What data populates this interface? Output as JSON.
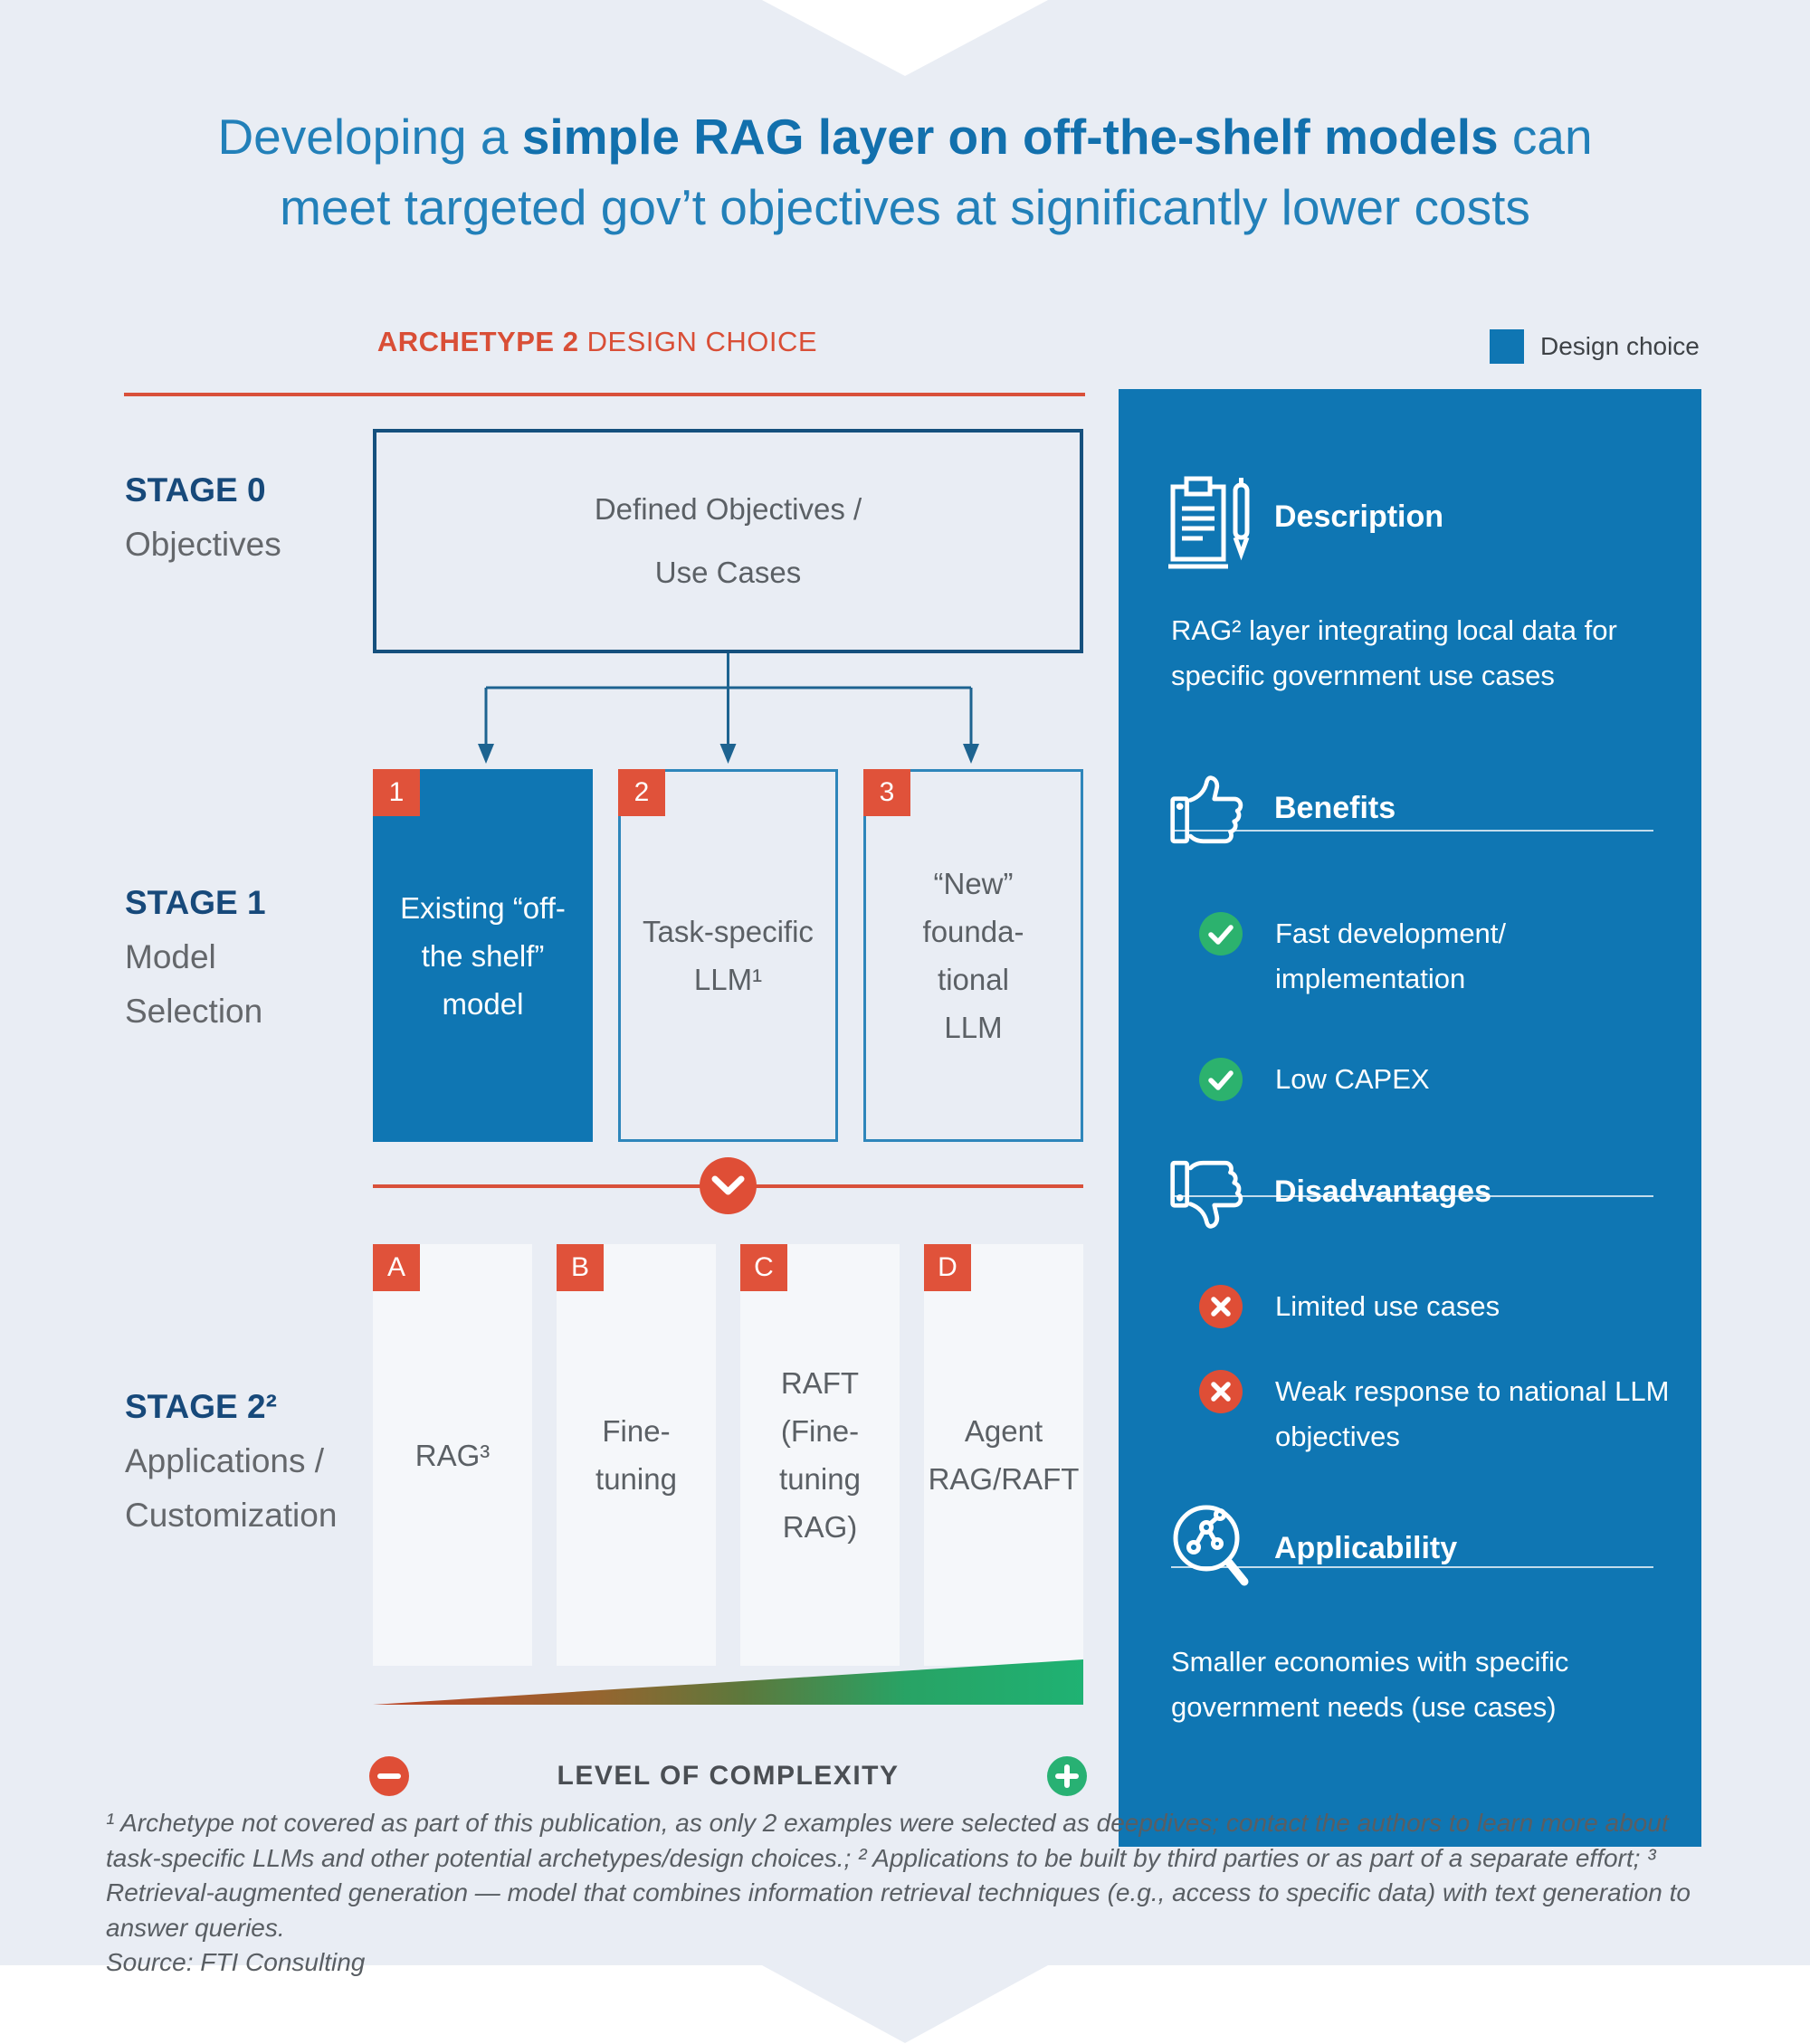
{
  "title": {
    "line1_pre": "Developing a ",
    "line1_bold": "simple RAG layer on off-the-shelf models",
    "line1_post": " can",
    "line2": "meet targeted gov’t objectives at significantly lower costs"
  },
  "archetype_header": {
    "bold": "ARCHETYPE 2",
    "rest": "DESIGN CHOICE"
  },
  "legend": {
    "label": "Design choice",
    "color": "#0f76b3"
  },
  "stage0": {
    "title": "STAGE 0",
    "subtitle": "Objectives",
    "box": {
      "line1": "Defined Objectives /",
      "line2": "Use Cases"
    }
  },
  "stage1": {
    "title": "STAGE 1",
    "subtitle1": "Model",
    "subtitle2": "Selection",
    "options": [
      {
        "tag": "1",
        "selected": true,
        "lines": [
          "Existing “off-",
          "the shelf”",
          "model"
        ]
      },
      {
        "tag": "2",
        "selected": false,
        "lines": [
          "Task-specific",
          "LLM¹"
        ]
      },
      {
        "tag": "3",
        "selected": false,
        "lines": [
          "“New”",
          "founda-",
          "tional",
          "LLM"
        ]
      }
    ]
  },
  "stage2": {
    "title": "STAGE 2²",
    "subtitle1": "Applications /",
    "subtitle2": "Customization",
    "options": [
      {
        "tag": "A",
        "lines": [
          "RAG³"
        ]
      },
      {
        "tag": "B",
        "lines": [
          "Fine-",
          "tuning"
        ]
      },
      {
        "tag": "C",
        "lines": [
          "RAFT",
          "(Fine-",
          "tuning",
          "RAG)"
        ]
      },
      {
        "tag": "D",
        "lines": [
          "Agent",
          "RAG/RAFT"
        ]
      }
    ]
  },
  "complexity": {
    "label": "LEVEL OF COMPLEXITY",
    "low_symbol": "minus",
    "high_symbol": "plus"
  },
  "panel": {
    "description": {
      "heading": "Description",
      "body": "RAG² layer integrating local data for specific government use cases"
    },
    "benefits": {
      "heading": "Benefits",
      "items": [
        "Fast development/ implementation",
        "Low CAPEX"
      ]
    },
    "disadvantages": {
      "heading": "Disadvantages",
      "items": [
        "Limited use cases",
        "Weak response to national LLM objectives"
      ]
    },
    "applicability": {
      "heading": "Applicability",
      "body": "Smaller economies with specific government needs (use cases)"
    }
  },
  "footnote": {
    "text": "¹ Archetype not covered as part of this publication, as only 2 examples were selected as deepdives; contact the authors to learn more about task-specific LLMs and other potential archetypes/design choices.; ² Applications to be built by third parties or as part of a separate effort; ³ Retrieval-augmented generation — model that combines information retrieval techniques (e.g., access to specific data) with text generation to answer queries.",
    "source": "Source: FTI Consulting"
  },
  "icons": {
    "description": "clipboard-pen-icon",
    "benefits": "thumbs-up-icon",
    "disadvantages": "thumbs-down-icon",
    "applicability": "magnifier-data-icon",
    "benefit_mark": "check-circle-icon",
    "disadvantage_mark": "x-circle-icon",
    "flow_marker": "chevron-down-circle-icon",
    "complexity_low": "minus-circle-icon",
    "complexity_high": "plus-circle-icon"
  },
  "colors": {
    "background": "#e9edf4",
    "panel_blue": "#0f76b3",
    "accent_red": "#d9503a",
    "accent_green": "#28b173",
    "navy": "#17497a",
    "title_blue": "#1b79b4",
    "body_gray": "#5b6065"
  }
}
